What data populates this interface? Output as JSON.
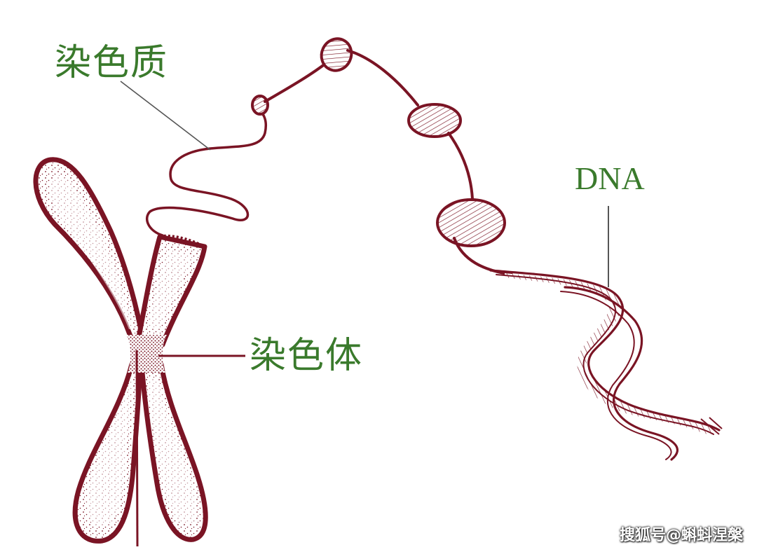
{
  "labels": {
    "chromatin": "染色质",
    "chromosome": "染色体",
    "dna": "DNA"
  },
  "watermark": "搜狐号@蝌蚪涅槃",
  "colors": {
    "stroke": "#7a1424",
    "label": "#3a7a2c",
    "pointer": "#555555",
    "background": "#ffffff"
  }
}
